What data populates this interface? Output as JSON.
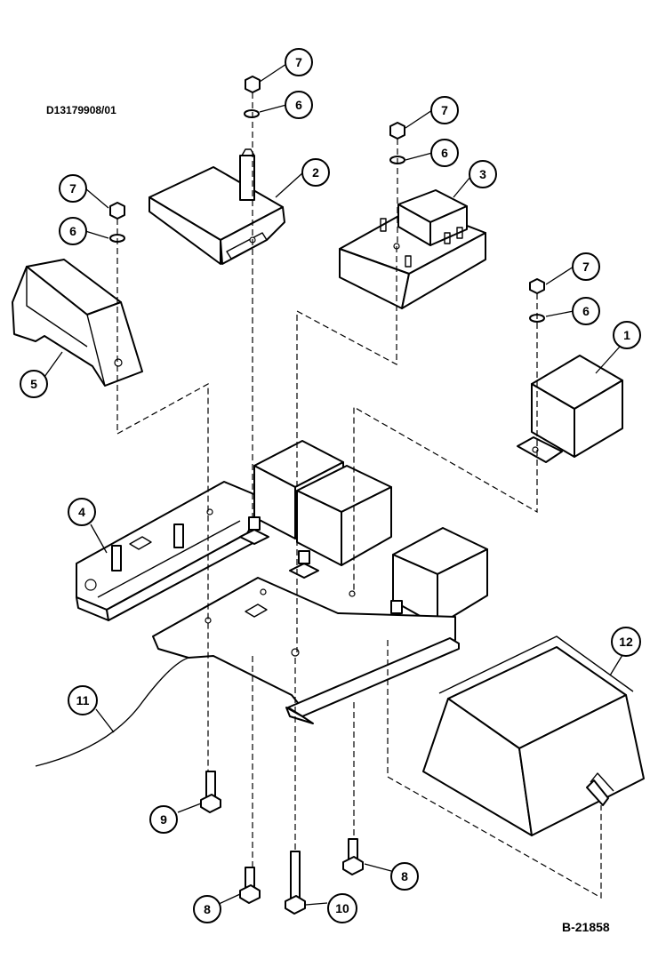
{
  "drawing_ref": "D13179908/01",
  "figure_id": "B-21858",
  "callouts": {
    "c7a": "7",
    "c6a": "6",
    "c7b": "7",
    "c6b": "6",
    "c7c": "7",
    "c6c": "6",
    "c7d": "7",
    "c6d": "6",
    "c2": "2",
    "c3": "3",
    "c1": "1",
    "c5": "5",
    "c4": "4",
    "c11": "11",
    "c12": "12",
    "c9": "9",
    "c8a": "8",
    "c8b": "8",
    "c10": "10"
  }
}
